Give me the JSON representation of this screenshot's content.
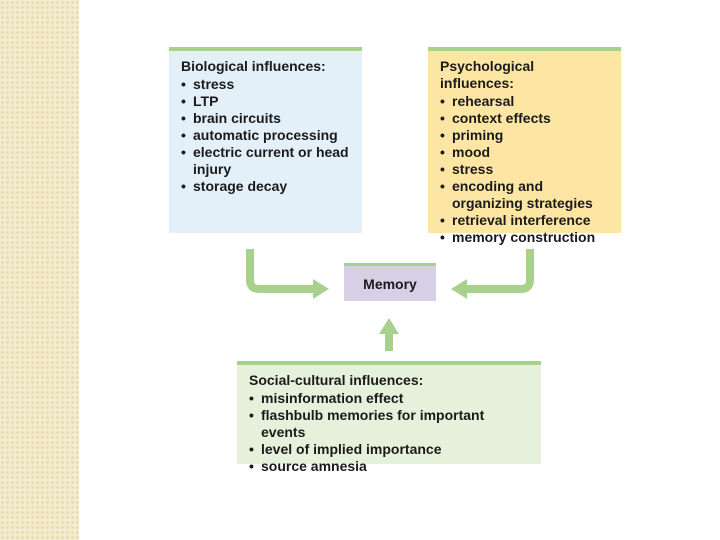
{
  "biological": {
    "title": "Biological influences:",
    "items": [
      "stress",
      "LTP",
      "brain circuits",
      "automatic processing",
      "electric current or head injury",
      "storage decay"
    ]
  },
  "psychological": {
    "title": "Psychological influences:",
    "items": [
      "rehearsal",
      "context effects",
      "priming",
      "mood",
      "stress",
      "encoding and organizing strategies",
      "retrieval interference",
      "memory construction"
    ]
  },
  "social": {
    "title": "Social-cultural influences:",
    "items": [
      "misinformation effect",
      "flashbulb memories for important events",
      "level of implied importance",
      "source amnesia"
    ]
  },
  "center": {
    "label": "Memory"
  },
  "colors": {
    "biological_bg": "#e3f0fa",
    "psychological_bg": "#fde6a4",
    "social_bg": "#e6f1dc",
    "memory_bg": "#d7cfe6",
    "accent_green": "#a9d18e"
  }
}
